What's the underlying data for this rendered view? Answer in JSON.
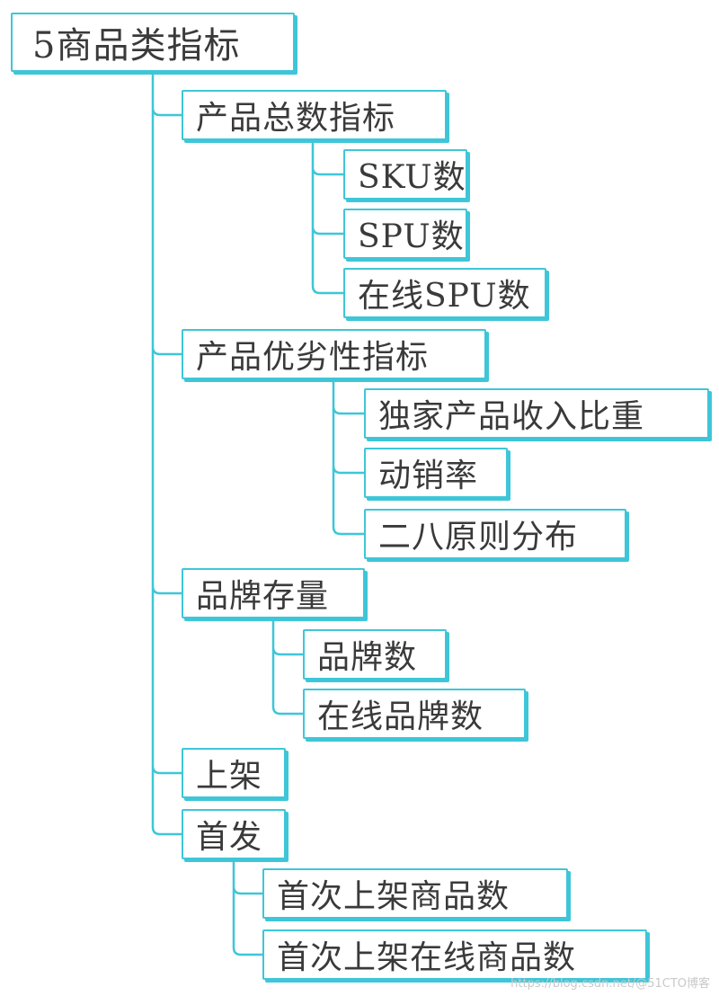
{
  "diagram": {
    "type": "mind-map",
    "line_color": "#3ec6d8",
    "text_color": "#3a3a3a",
    "root": {
      "label": "5商品类指标",
      "children": [
        {
          "label": "产品总数指标",
          "children": [
            {
              "label": "SKU数"
            },
            {
              "label": "SPU数"
            },
            {
              "label": "在线SPU数"
            }
          ]
        },
        {
          "label": "产品优劣性指标",
          "children": [
            {
              "label": "独家产品收入比重"
            },
            {
              "label": "动销率"
            },
            {
              "label": "二八原则分布"
            }
          ]
        },
        {
          "label": "品牌存量",
          "children": [
            {
              "label": "品牌数"
            },
            {
              "label": "在线品牌数"
            }
          ]
        },
        {
          "label": "上架"
        },
        {
          "label": "首发",
          "children": [
            {
              "label": "首次上架商品数"
            },
            {
              "label": "首次上架在线商品数"
            }
          ]
        }
      ]
    }
  },
  "watermark": "https://blog.csdn.net/@51CTO博客"
}
